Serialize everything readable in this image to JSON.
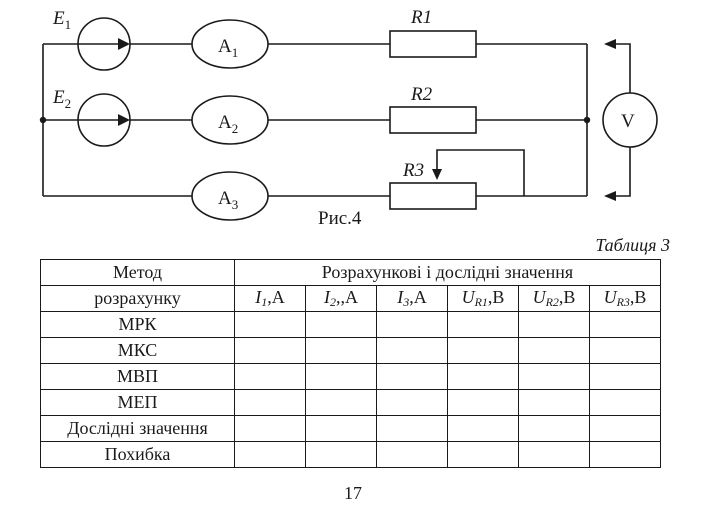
{
  "figure": {
    "sources": [
      "E1",
      "E2"
    ],
    "ammeters": [
      "A1",
      "A2",
      "A3"
    ],
    "resistors": [
      "R1",
      "R2",
      "R3"
    ],
    "voltmeter": "V",
    "caption": "Рис.4"
  },
  "table": {
    "caption": "Таблиця 3",
    "method_header": "Метод розрахунку",
    "values_header": "Розрахункові і дослідні значення",
    "columns": [
      {
        "symbol": "I",
        "sub": "1",
        "unit": ",А"
      },
      {
        "symbol": "I",
        "sub": "2",
        "unit": ",,А"
      },
      {
        "symbol": "I",
        "sub": "3",
        "unit": ",А"
      },
      {
        "symbol": "U",
        "sub": "R1",
        "unit": ",В"
      },
      {
        "symbol": "U",
        "sub": "R2",
        "unit": ",В"
      },
      {
        "symbol": "U",
        "sub": "R3",
        "unit": ",В"
      }
    ],
    "rows": [
      "МРК",
      "МКС",
      "МВП",
      "МЕП",
      "Дослідні значення",
      "Похибка"
    ]
  },
  "page_number": "17"
}
